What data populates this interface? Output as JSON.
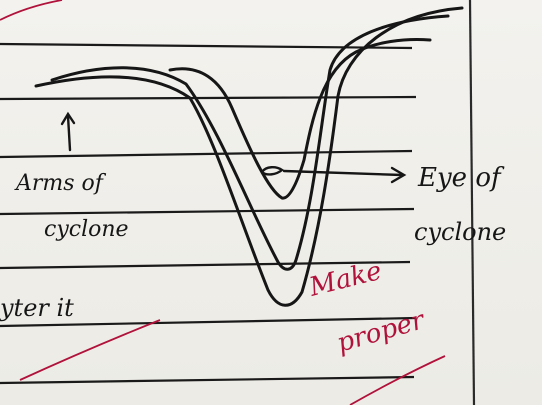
{
  "page": {
    "ink_color": "#161616",
    "rule_color": "#1a1a1a",
    "margin_line_color": "#2a2a2a",
    "correction_color": "#b0123b"
  },
  "labels": {
    "arms_line1": "Arms of",
    "arms_line2": "cyclone",
    "eye_line1": "Eye of",
    "eye_line2": "cyclone",
    "partial_text": "yter it"
  },
  "teacher_note": {
    "line1": "Make",
    "line2": "proper"
  }
}
